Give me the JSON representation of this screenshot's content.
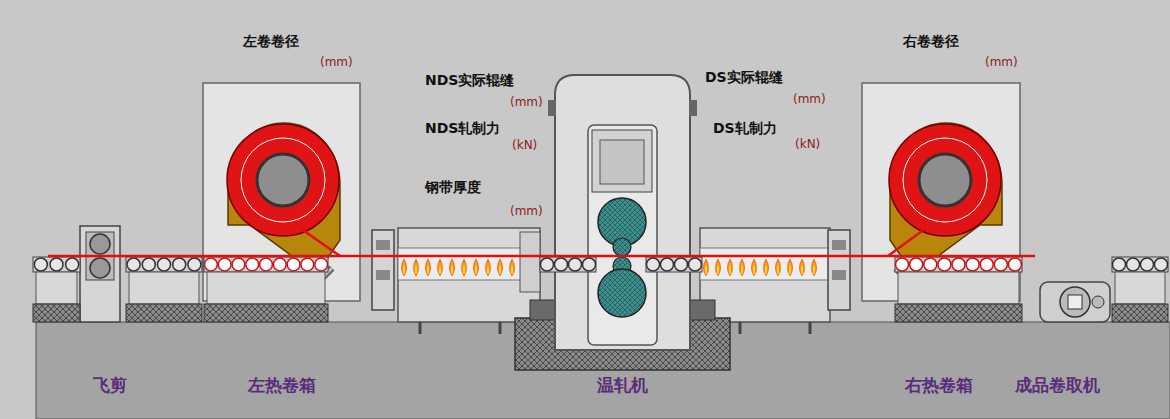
{
  "diagram": {
    "labels": [
      "左卷卷径",
      "(mm)",
      "NDS实际辊缝",
      "(mm)",
      "NDS轧制力",
      "(kN)",
      "钢带厚度",
      "(mm)",
      "DS实际辊缝",
      "(mm)",
      "DS轧制力",
      "(kN)",
      "右卷卷径",
      "(mm)",
      "飞剪",
      "左热卷箱",
      "温轧机",
      "右热卷箱",
      "成品卷取机"
    ]
  }
}
